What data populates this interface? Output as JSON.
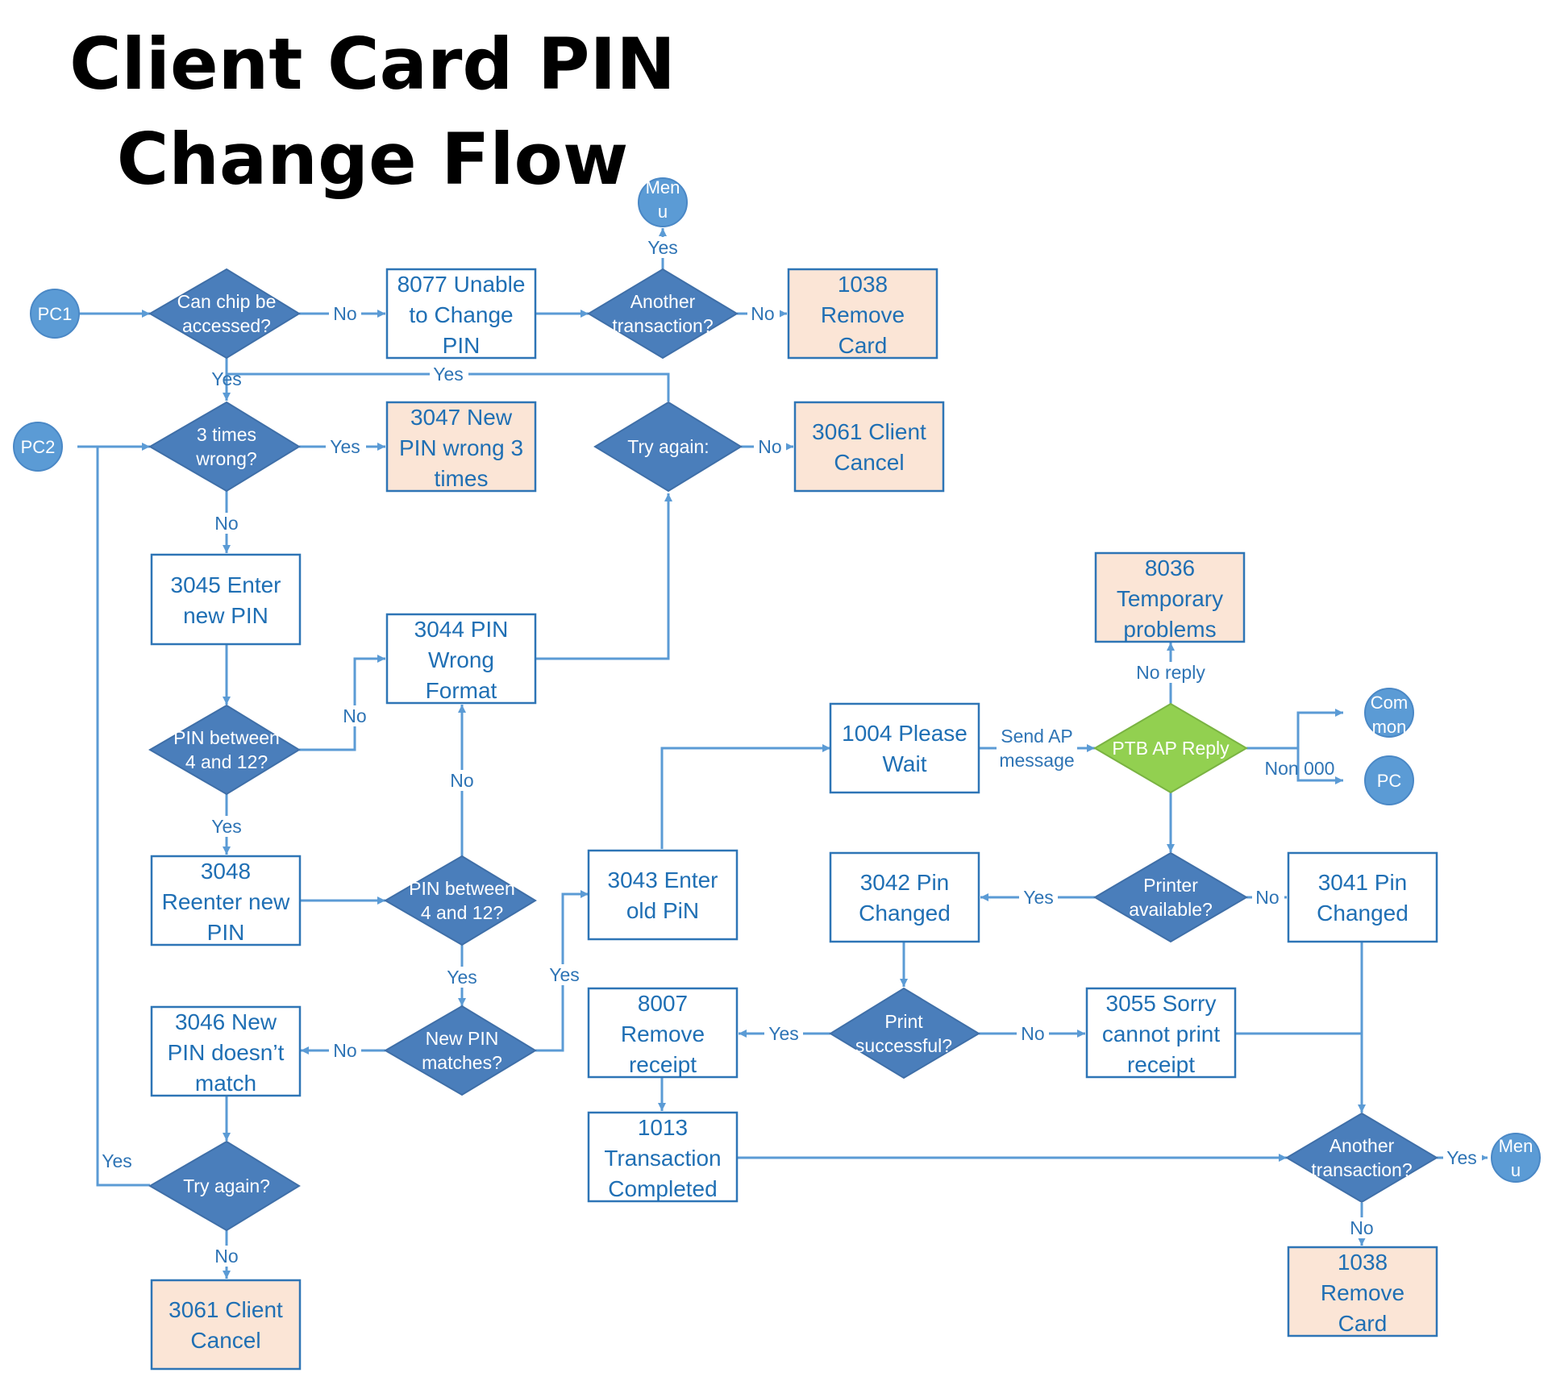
{
  "title": {
    "line1": "Client Card PIN",
    "line2": "Change Flow"
  },
  "colors": {
    "box_border": "#2e75b6",
    "box_text": "#1f6fb4",
    "highlight_fill": "#fbe5d6",
    "diamond_fill": "#4a7ebb",
    "green_diamond_fill": "#92d050",
    "circle_fill": "#5b9bd5",
    "connector": "#5b9bd5",
    "edge_label": "#2e74b5"
  },
  "circles": {
    "pc1": "PC1",
    "pc2": "PC2",
    "menu_top": [
      "Men",
      "u"
    ],
    "common": [
      "Com",
      "mon"
    ],
    "pc": "PC",
    "menu_bottom": [
      "Men",
      "u"
    ]
  },
  "decisions": {
    "can_chip": [
      "Can chip be",
      "accessed?"
    ],
    "another_top": [
      "Another",
      "transaction?"
    ],
    "three_times": [
      "3 times",
      "wrong?"
    ],
    "try_again_top": [
      "Try again:"
    ],
    "pin_between_1": [
      "PIN between",
      "4 and 12?"
    ],
    "pin_between_2": [
      "PIN between",
      "4 and 12?"
    ],
    "new_pin_matches": [
      "New PIN",
      "matches?"
    ],
    "try_again_bottom": [
      "Try again?"
    ],
    "ptb_ap_reply": [
      "PTB AP Reply"
    ],
    "printer_available": [
      "Printer",
      "available?"
    ],
    "print_successful": [
      "Print",
      "successful?"
    ],
    "another_bottom": [
      "Another",
      "transaction?"
    ]
  },
  "processes": {
    "b8077": [
      "8077 Unable",
      "to Change",
      "PIN"
    ],
    "b1038_top": [
      "1038",
      "Remove",
      "Card"
    ],
    "b3047": [
      "3047 New",
      "PIN wrong 3",
      "times"
    ],
    "b3061_top": [
      "3061 Client",
      "Cancel"
    ],
    "b3045": [
      "3045 Enter",
      "new PIN"
    ],
    "b3044": [
      "3044 PIN",
      "Wrong",
      "Format"
    ],
    "b8036": [
      "8036",
      "Temporary",
      "problems"
    ],
    "b1004": [
      "1004 Please",
      "Wait"
    ],
    "b3048": [
      "3048",
      "Reenter new",
      "PIN"
    ],
    "b3043": [
      "3043 Enter",
      "old PiN"
    ],
    "b3042": [
      "3042 Pin",
      "Changed"
    ],
    "b3041": [
      "3041 Pin",
      "Changed"
    ],
    "b3046": [
      "3046 New",
      "PIN doesn’t",
      "match"
    ],
    "b8007": [
      "8007",
      "Remove",
      "receipt"
    ],
    "b3055": [
      "3055 Sorry",
      "cannot print",
      "receipt"
    ],
    "b1013": [
      "1013",
      "Transaction",
      "Completed"
    ],
    "b3061_bottom": [
      "3061 Client",
      "Cancel"
    ],
    "b1038_bottom": [
      "1038",
      "Remove",
      "Card"
    ]
  },
  "edge_labels": {
    "chip_no": "No",
    "chip_yes": "Yes",
    "another_top_yes": "Yes",
    "another_top_no": "No",
    "try_top_yes": "Yes",
    "try_top_no": "No",
    "three_yes": "Yes",
    "three_no": "No",
    "between1_no": "No",
    "between1_yes": "Yes",
    "between2_no": "No",
    "between2_yes": "Yes",
    "matches_no": "No",
    "matches_yes": "Yes",
    "try_bottom_yes": "Yes",
    "try_bottom_no": "No",
    "send_ap": [
      "Send AP",
      "message"
    ],
    "no_reply": "No reply",
    "non_000": "Non 000",
    "printer_yes": "Yes",
    "printer_no": "No",
    "print_yes": "Yes",
    "print_no": "No",
    "another_bottom_yes": "Yes",
    "another_bottom_no": "No"
  }
}
